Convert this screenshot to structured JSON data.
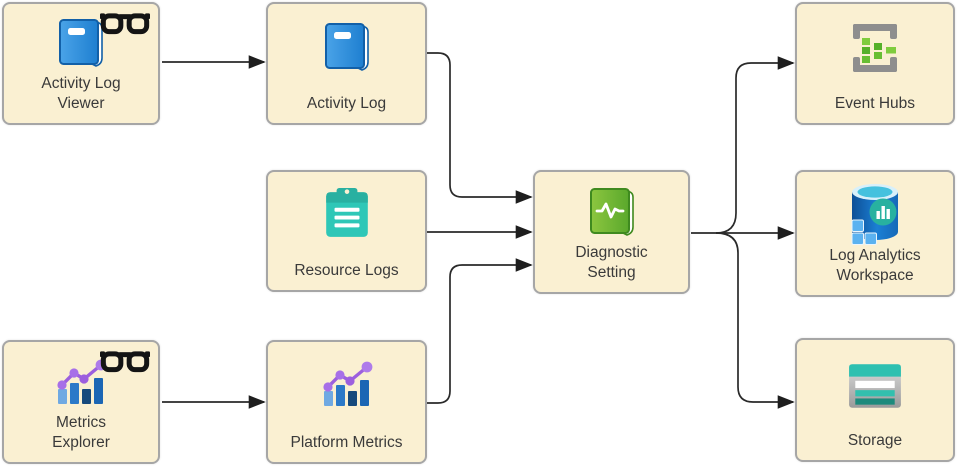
{
  "nodes": [
    {
      "id": "activity-log-viewer",
      "label": "Activity Log\nViewer",
      "icon": "book-blue-icon",
      "badge": "eyeglasses-icon"
    },
    {
      "id": "activity-log",
      "label": "Activity Log",
      "icon": "book-blue-icon",
      "badge": null
    },
    {
      "id": "event-hubs",
      "label": "Event Hubs",
      "icon": "event-hubs-icon",
      "badge": null
    },
    {
      "id": "resource-logs",
      "label": "Resource Logs",
      "icon": "clipboard-icon",
      "badge": null
    },
    {
      "id": "diagnostic-setting",
      "label": "Diagnostic\nSetting",
      "icon": "book-green-pulse-icon",
      "badge": null
    },
    {
      "id": "log-analytics-workspace",
      "label": "Log Analytics\nWorkspace",
      "icon": "log-analytics-cylinder-icon",
      "badge": null
    },
    {
      "id": "metrics-explorer",
      "label": "Metrics\nExplorer",
      "icon": "metrics-chart-icon",
      "badge": "eyeglasses-icon"
    },
    {
      "id": "platform-metrics",
      "label": "Platform Metrics",
      "icon": "metrics-chart-icon",
      "badge": null
    },
    {
      "id": "storage",
      "label": "Storage",
      "icon": "storage-table-icon",
      "badge": null
    }
  ],
  "edges": [
    {
      "from": "activity-log-viewer",
      "to": "activity-log"
    },
    {
      "from": "activity-log",
      "to": "diagnostic-setting"
    },
    {
      "from": "resource-logs",
      "to": "diagnostic-setting"
    },
    {
      "from": "metrics-explorer",
      "to": "platform-metrics"
    },
    {
      "from": "platform-metrics",
      "to": "diagnostic-setting"
    },
    {
      "from": "diagnostic-setting",
      "to": "event-hubs"
    },
    {
      "from": "diagnostic-setting",
      "to": "log-analytics-workspace"
    },
    {
      "from": "diagnostic-setting",
      "to": "storage"
    }
  ],
  "colors": {
    "node_fill": "#FAF0D2",
    "node_border": "#A6A6A6",
    "connector": "#2A2A2A",
    "label": "#3A3A3A",
    "icon_blue": "#2E8FDE",
    "icon_green": "#6CBE45",
    "icon_teal": "#2EC7B7",
    "icon_purple": "#A76FE8",
    "icon_gray": "#8E8E8E"
  }
}
